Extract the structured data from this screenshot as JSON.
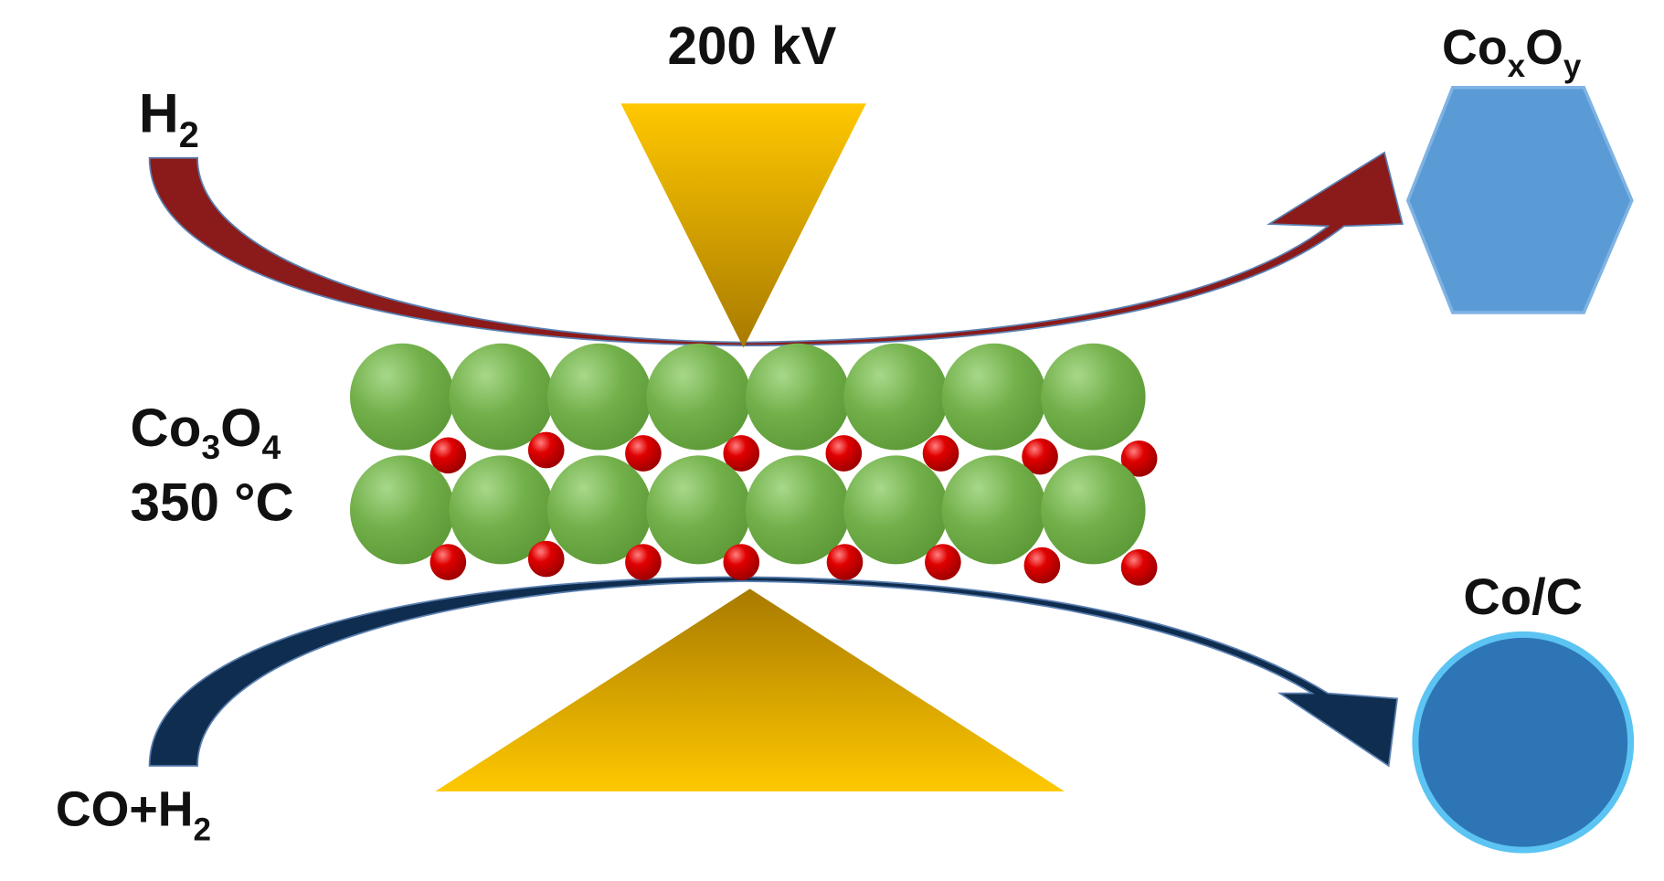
{
  "labels": {
    "voltage": "200 kV",
    "h2_main": "H",
    "h2_sub": "2",
    "coxoy_co": "Co",
    "coxoy_x": "x",
    "coxoy_o": "O",
    "coxoy_y": "y",
    "co3o4_co": "Co",
    "co3o4_3": "3",
    "co3o4_o": "O",
    "co3o4_4": "4",
    "temperature": "350 °C",
    "coc": "Co/C",
    "coh2_main": "CO+H",
    "coh2_sub": "2"
  },
  "colors": {
    "h2_arrow": "#8b1a1a",
    "co_arrow": "#0f2d4f",
    "beam": "#f2b800",
    "cobalt_atom": "#70ad47",
    "oxygen_atom": "#d40000",
    "hexagon": "#5b9bd5",
    "circle": "#2e75b6"
  }
}
